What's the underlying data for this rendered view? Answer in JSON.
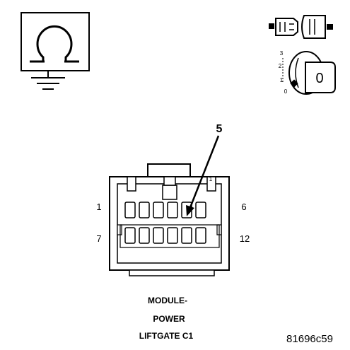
{
  "connector": {
    "callout_pin": "5",
    "pin_top_left": "1",
    "pin_top_right": "6",
    "pin_bottom_left": "7",
    "pin_bottom_right": "12",
    "tab_marker": "1"
  },
  "caption": {
    "line1": "MODULE-",
    "line2": "POWER",
    "line3": "LIFTGATE C1"
  },
  "reference_code": "81696c59",
  "ignition_key": {
    "pos_3": "3",
    "pos_2": "2",
    "pos_1": "1",
    "pos_0": "0",
    "key_label": "0"
  },
  "icons": {
    "ohmmeter": "ohmmeter-symbol-icon",
    "ground": "ground-icon",
    "connector_plug": "connector-disconnected-icon",
    "ignition": "ignition-key-icon"
  }
}
